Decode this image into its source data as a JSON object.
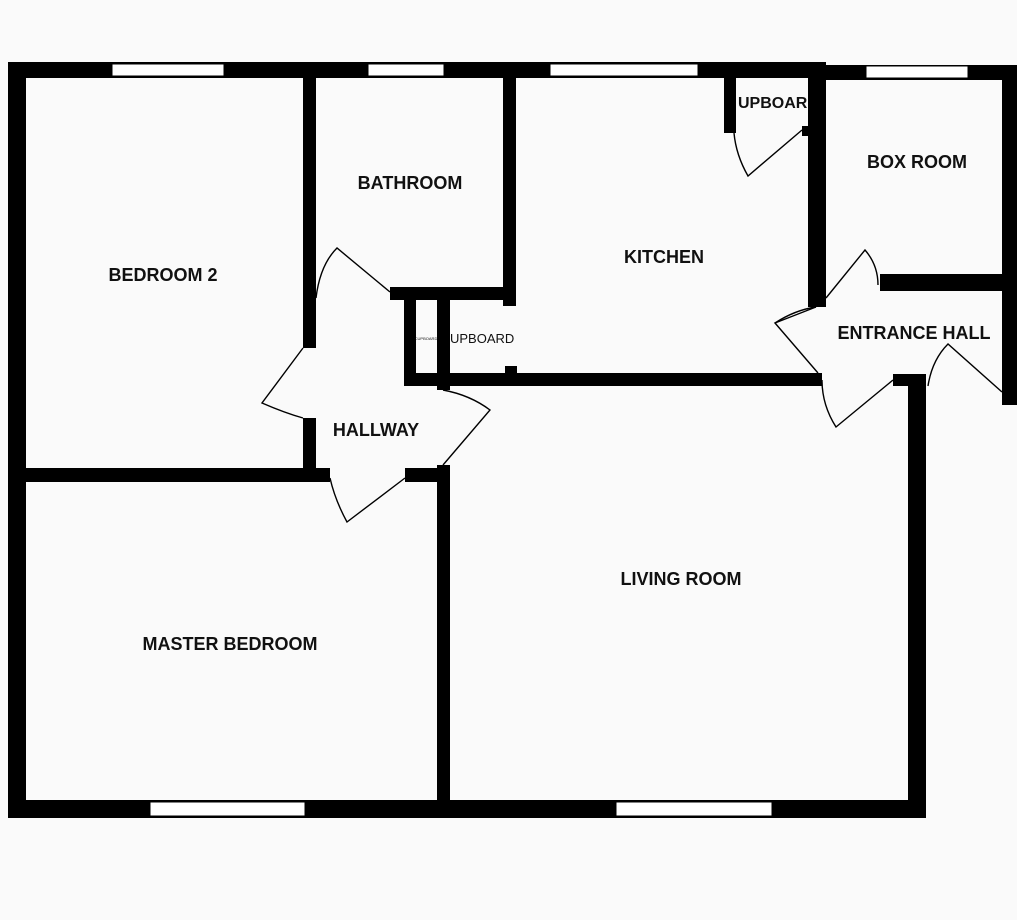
{
  "rooms": {
    "bedroom_2": "BEDROOM 2",
    "bathroom": "BATHROOM",
    "kitchen": "KITCHEN",
    "kitchen_cupboard": "UPBOAR",
    "box_room": "BOX ROOM",
    "entrance_hall": "ENTRANCE HALL",
    "hallway_cupboard_small": "CUPBOARD",
    "hallway_cupboard": "UPBOARD",
    "hallway": "HALLWAY",
    "master_bedroom": "MASTER BEDROOM",
    "living_room": "LIVING ROOM"
  },
  "colors": {
    "wall": "#000000",
    "background": "#fafafa"
  }
}
